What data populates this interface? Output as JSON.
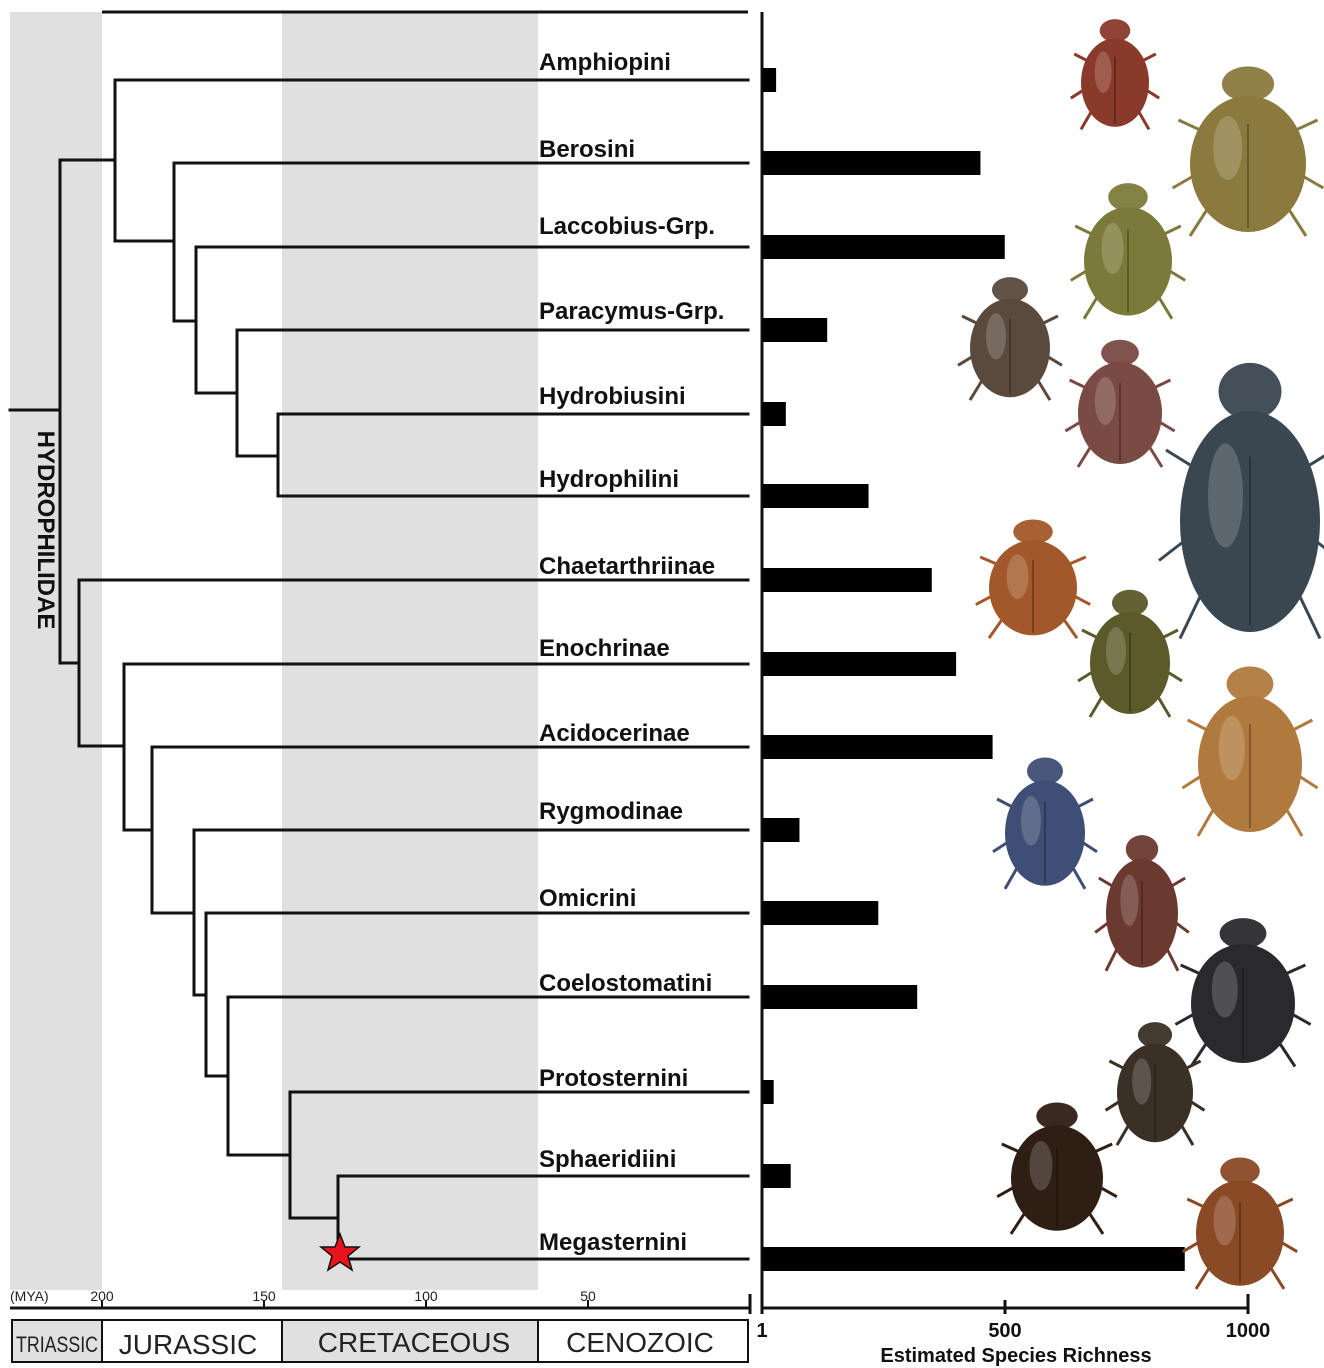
{
  "clade_label": "HYDROPHILIDAE",
  "time_axis": {
    "unit_label": "(MYA)",
    "ticks": [
      "200",
      "150",
      "100",
      "50"
    ]
  },
  "periods": [
    "TRIASSIC",
    "JURASSIC",
    "CRETACEOUS",
    "CENOZOIC"
  ],
  "taxa": [
    "Amphiopini",
    "Berosini",
    "Laccobius-Grp.",
    "Paracymus-Grp.",
    "Hydrobiusini",
    "Hydrophilini",
    "Chaetarthriinae",
    "Enochrinae",
    "Acidocerinae",
    "Rygmodinae",
    "Omicrini",
    "Coelostomatini",
    "Protosternini",
    "Sphaeridiini",
    "Megasternini"
  ],
  "chart_data": {
    "type": "bar",
    "orientation": "horizontal",
    "categories": [
      "Amphiopini",
      "Berosini",
      "Laccobius-Grp.",
      "Paracymus-Grp.",
      "Hydrobiusini",
      "Hydrophilini",
      "Chaetarthriinae",
      "Enochrinae",
      "Acidocerinae",
      "Rygmodinae",
      "Omicrini",
      "Coelostomatini",
      "Protosternini",
      "Sphaeridiini",
      "Megasternini"
    ],
    "values": [
      30,
      450,
      500,
      135,
      50,
      220,
      350,
      400,
      475,
      78,
      240,
      320,
      25,
      60,
      870
    ],
    "xlabel": "Estimated Species Richness",
    "xlim": [
      1,
      1000
    ],
    "xticks": [
      "1",
      "500",
      "1000"
    ]
  },
  "colors": {
    "period_shade": "#e0e0e0",
    "bar": "#000000",
    "star": "#e8141c"
  },
  "beetle_images": [
    {
      "icon": "beetle-photo",
      "color": "#8a3a2a"
    },
    {
      "icon": "beetle-photo",
      "color": "#8a7a3e"
    },
    {
      "icon": "beetle-photo",
      "color": "#7c7a3a"
    },
    {
      "icon": "beetle-photo",
      "color": "#5a4a3e"
    },
    {
      "icon": "beetle-photo",
      "color": "#7a4a44"
    },
    {
      "icon": "beetle-photo",
      "color": "#3a4650"
    },
    {
      "icon": "beetle-photo",
      "color": "#a2582a"
    },
    {
      "icon": "beetle-photo",
      "color": "#5a5a2a"
    },
    {
      "icon": "beetle-photo",
      "color": "#b07a3e"
    },
    {
      "icon": "beetle-photo",
      "color": "#3e4e74"
    },
    {
      "icon": "beetle-photo",
      "color": "#6a3a30"
    },
    {
      "icon": "beetle-photo",
      "color": "#2a2a2e"
    },
    {
      "icon": "beetle-photo",
      "color": "#3a3026"
    },
    {
      "icon": "beetle-photo",
      "color": "#2e1e14"
    },
    {
      "icon": "beetle-photo",
      "color": "#8a4a26"
    }
  ]
}
